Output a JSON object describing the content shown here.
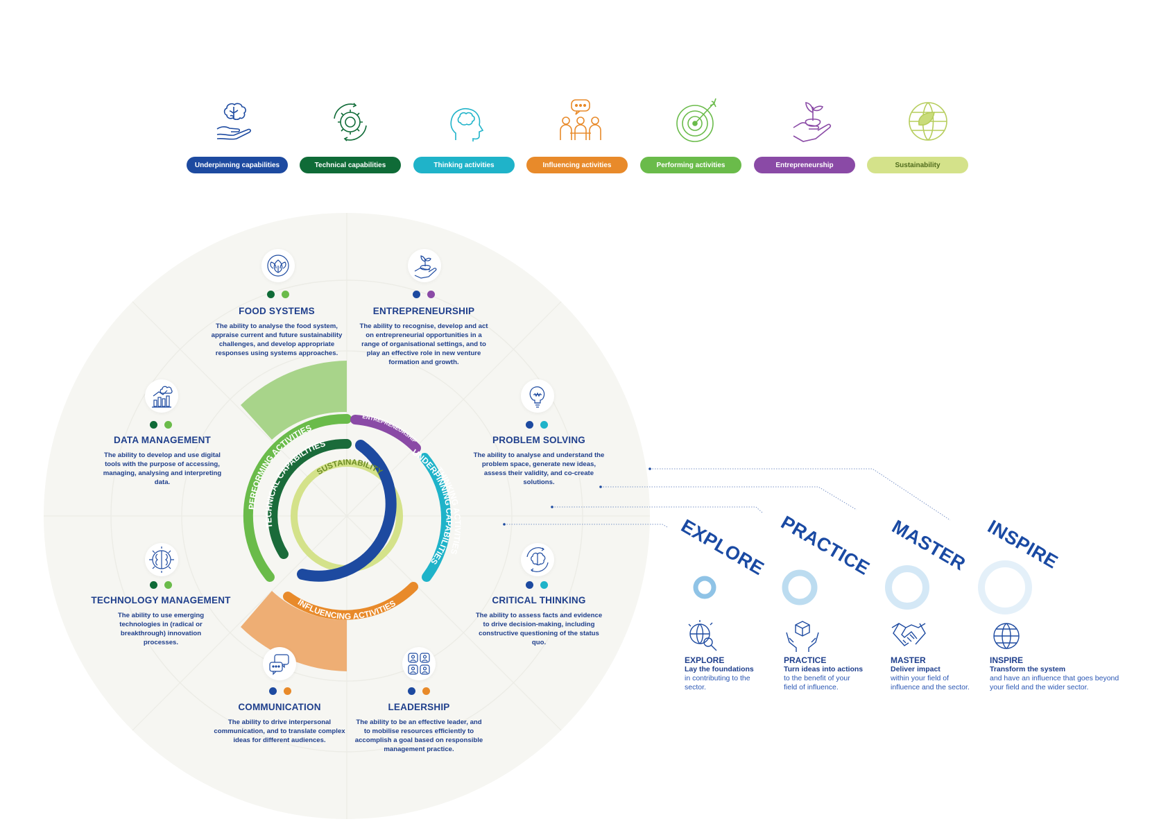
{
  "legend": [
    {
      "label": "Underpinning capabilities",
      "color": "#1d4aa0",
      "icon": "brain-hand-icon"
    },
    {
      "label": "Technical capabilities",
      "color": "#0f6b37",
      "icon": "gear-cycle-icon"
    },
    {
      "label": "Thinking activities",
      "color": "#1fb3c9",
      "icon": "head-brain-icon"
    },
    {
      "label": "Influencing activities",
      "color": "#e88a2a",
      "icon": "group-speech-icon"
    },
    {
      "label": "Performing activities",
      "color": "#6abb4a",
      "icon": "target-arrow-icon"
    },
    {
      "label": "Entrepreneurship",
      "color": "#8a4aa6",
      "icon": "hand-plant-icon"
    },
    {
      "label": "Sustainability",
      "color": "#d4e28a",
      "icon": "leaf-globe-icon",
      "text_color": "#4f6b1c"
    }
  ],
  "rings": {
    "sustainability": "SUSTAINABILITY",
    "technical": "TECHNICAL CAPABILITIES",
    "performing": "PERFORMING ACTIVITIES",
    "entrepreneurship": "ENTREPRENEURSHIP",
    "underpinning": "UNDERPINNING CAPABILITIES",
    "thinking": "THINKING ACTIVITIES",
    "influencing": "INFLUENCING ACTIVITIES"
  },
  "competencies": {
    "food": {
      "title": "FOOD SYSTEMS",
      "desc": "The ability to analyse the food system, appraise current and future sustainability challenges, and develop appropriate responses using systems approaches.",
      "icon": "leaf-circle-icon"
    },
    "entre": {
      "title": "ENTREPRENEURSHIP",
      "desc": "The ability to recognise, develop and act on entrepreneurial opportunities in a range of organisational settings, and to play an effective role in new venture formation and growth.",
      "icon": "hand-plant-icon"
    },
    "data": {
      "title": "DATA MANAGEMENT",
      "desc": "The ability to develop and use digital tools with the purpose of accessing, managing, analysing and interpreting data.",
      "icon": "cloud-chart-icon"
    },
    "problem": {
      "title": "PROBLEM SOLVING",
      "desc": "The ability to analyse and understand the problem space, generate new ideas, assess their validity, and co-create solutions.",
      "icon": "lightbulb-icon"
    },
    "tech": {
      "title": "TECHNOLOGY MANAGEMENT",
      "desc": "The ability to use emerging technologies in (radical or breakthrough) innovation processes.",
      "icon": "circuit-brain-icon"
    },
    "critical": {
      "title": "CRITICAL THINKING",
      "desc": "The ability to assess facts and evidence to drive decision-making, including constructive questioning of the status quo.",
      "icon": "brain-cycle-icon"
    },
    "comm": {
      "title": "COMMUNICATION",
      "desc": "The ability to drive interpersonal communication, and to translate complex ideas for different audiences.",
      "icon": "speech-bubbles-icon"
    },
    "lead": {
      "title": "LEADERSHIP",
      "desc": "The ability to be an effective leader, and to mobilise resources efficiently to accomplish a goal based on responsible management practice.",
      "icon": "people-grid-icon"
    }
  },
  "levels": [
    {
      "big": "EXPLORE",
      "title": "EXPLORE",
      "sub": "Lay the foundations",
      "desc": "in contributing to the sector.",
      "icon": "globe-magnifier-icon"
    },
    {
      "big": "PRACTICE",
      "title": "PRACTICE",
      "sub": "Turn ideas into actions",
      "desc": "to the benefit of your field of influence.",
      "icon": "hands-cube-icon"
    },
    {
      "big": "MASTER",
      "title": "MASTER",
      "sub": "Deliver impact",
      "desc": "within your field of influence and the sector.",
      "icon": "handshake-icon"
    },
    {
      "big": "INSPIRE",
      "title": "INSPIRE",
      "sub": "Transform the system",
      "desc": "and have an influence that goes beyond your field and the wider sector.",
      "icon": "globe-icon"
    }
  ]
}
